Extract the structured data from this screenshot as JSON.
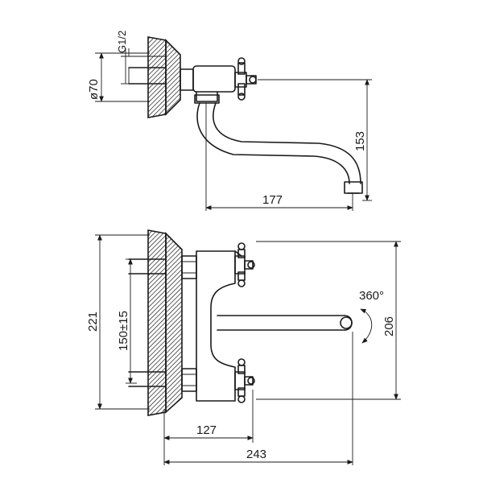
{
  "top_view": {
    "thread_label": "G1/2",
    "diameter_label": "ø70",
    "height_label": "153",
    "length_label": "177"
  },
  "front_view": {
    "total_height_label": "221",
    "spacing_label": "150±15",
    "spout_height_label": "206",
    "rotation_label": "360°",
    "depth_label": "127",
    "total_length_label": "243"
  }
}
